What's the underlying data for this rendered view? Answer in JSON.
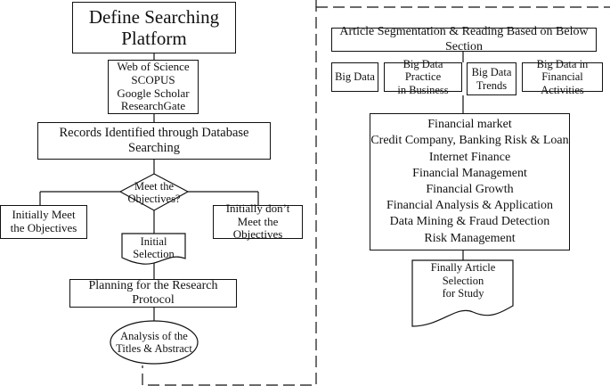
{
  "left": {
    "define_platform": "Define Searching Platform",
    "databases": [
      "Web of Science",
      "SCOPUS",
      "Google Scholar",
      "ResearchGate"
    ],
    "records_identified": "Records Identified through Database Searching",
    "decision": [
      "Meet the",
      "Objectives?"
    ],
    "initially_meet": [
      "Initially Meet",
      "the Objectives"
    ],
    "initially_dont": [
      "Initially don’t",
      "Meet the Objectives"
    ],
    "initial_selection": [
      "Initial",
      "Selection"
    ],
    "planning": "Planning for the Research Protocol",
    "analysis": [
      "Analysis of the",
      "Titles & Abstract"
    ]
  },
  "right": {
    "segmentation": "Article Segmentation & Reading Based on Below Section",
    "sections": [
      [
        "Big Data"
      ],
      [
        "Big Data Practice",
        "in Business"
      ],
      [
        "Big Data",
        "Trends"
      ],
      [
        "Big Data in",
        "Financial Activities"
      ]
    ],
    "topics": [
      "Financial market",
      "Credit Company, Banking Risk & Loan",
      "Internet Finance",
      "Financial Management",
      "Financial Growth",
      "Financial Analysis & Application",
      "Data Mining & Fraud Detection",
      "Risk Management"
    ],
    "final": [
      "Finally Article Selection",
      "for Study"
    ]
  }
}
